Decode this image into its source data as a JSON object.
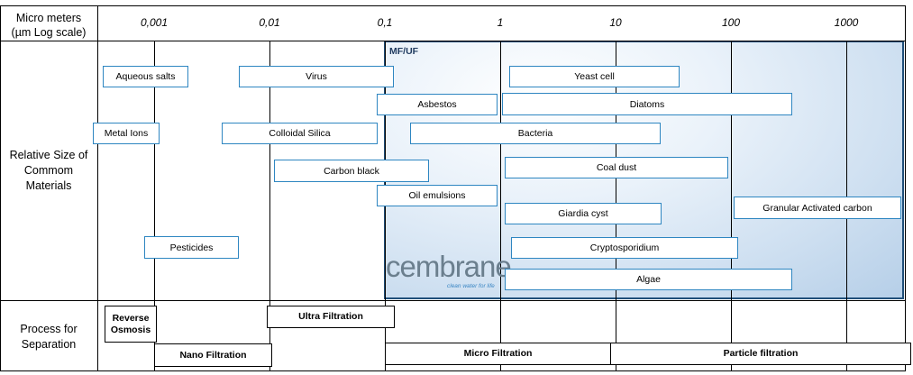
{
  "header": {
    "axis_label_line1": "Micro meters",
    "axis_label_line2": "(µm Log scale)",
    "ticks": [
      "0,001",
      "0,01",
      "0,1",
      "1",
      "10",
      "100",
      "1000"
    ]
  },
  "rows": {
    "materials_line1": "Relative Size of",
    "materials_line2": "Commom",
    "materials_line3": "Materials",
    "process_line1": "Process for",
    "process_line2": "Separation"
  },
  "region": {
    "label": "MF/UF"
  },
  "materials": [
    "Aqueous salts",
    "Virus",
    "Yeast cell",
    "Asbestos",
    "Diatoms",
    "Metal Ions",
    "Colloidal Silica",
    "Bacteria",
    "Carbon black",
    "Coal dust",
    "Oil emulsions",
    "Granular Activated carbon",
    "Giardia cyst",
    "Pesticides",
    "Cryptosporidium",
    "Algae"
  ],
  "processes": {
    "reverse_osmosis_line1": "Reverse",
    "reverse_osmosis_line2": "Osmosis",
    "ultra": "Ultra Filtration",
    "nano": "Nano Filtration",
    "micro": "Micro Filtration",
    "particle": "Particle filtration"
  },
  "logo": {
    "text": "cembrane",
    "tagline": "clean water for life"
  },
  "colors": {
    "box_border": "#2e86c1",
    "region_border": "#1f4e79",
    "region_fill": "#cfe0f1"
  }
}
